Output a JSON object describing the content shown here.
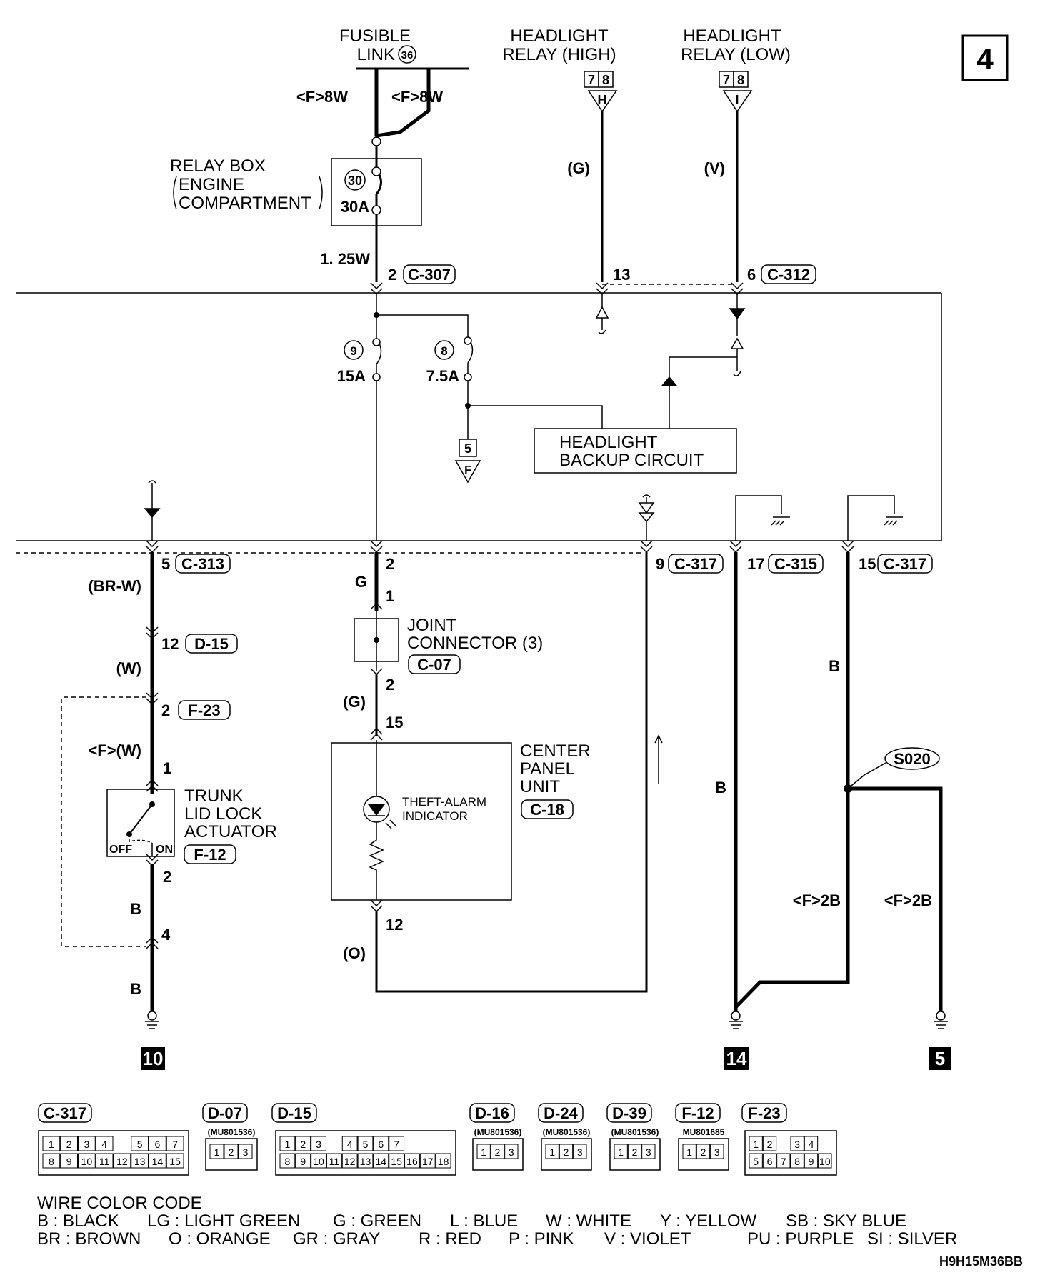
{
  "page_number": "4",
  "figure_code": "H9H15M36BB",
  "components": {
    "fusible_link": {
      "line1": "FUSIBLE",
      "line2": "LINK",
      "num": "36"
    },
    "headlight_relay_high": {
      "line1": "HEADLIGHT",
      "line2": "RELAY (HIGH)",
      "pins": [
        "7",
        "8"
      ],
      "letter": "H"
    },
    "headlight_relay_low": {
      "line1": "HEADLIGHT",
      "line2": "RELAY (LOW)",
      "pins": [
        "7",
        "8"
      ],
      "letter": "I"
    },
    "relay_box": {
      "line1": "RELAY BOX",
      "line2": "ENGINE",
      "line3": "COMPARTMENT",
      "fuse_num": "30",
      "fuse_rating": "30A"
    },
    "fuse_9": {
      "num": "9",
      "rating": "15A"
    },
    "fuse_8": {
      "num": "8",
      "rating": "7.5A"
    },
    "headlight_backup": {
      "line1": "HEADLIGHT",
      "line2": "BACKUP CIRCUIT"
    },
    "ref_5f": {
      "num": "5",
      "letter": "F"
    },
    "joint_connector": {
      "line1": "JOINT",
      "line2": "CONNECTOR (3)",
      "code": "C-07"
    },
    "center_panel": {
      "line1": "CENTER",
      "line2": "PANEL",
      "line3": "UNIT",
      "code": "C-18",
      "ind1": "THEFT-ALARM",
      "ind2": "INDICATOR"
    },
    "trunk_actuator": {
      "line1": "TRUNK",
      "line2": "LID LOCK",
      "line3": "ACTUATOR",
      "code": "F-12",
      "off": "OFF",
      "on": "ON"
    },
    "splice": {
      "code": "S020"
    }
  },
  "wires": {
    "f8w_a": "<F>8W",
    "f8w_b": "<F>8W",
    "w125": "1. 25W",
    "g_high": "(G)",
    "v_low": "(V)",
    "br_w": "(BR-W)",
    "w": "(W)",
    "f_w": "<F>(W)",
    "b1": "B",
    "b2": "B",
    "g": "G",
    "g_paren": "(G)",
    "o_paren": "(O)",
    "b_mid": "B",
    "b_right": "B",
    "f2b_a": "<F>2B",
    "f2b_b": "<F>2B"
  },
  "pins": {
    "c307": {
      "pin": "2",
      "code": "C-307"
    },
    "p13": "13",
    "c312": {
      "pin": "6",
      "code": "C-312"
    },
    "c313": {
      "pin": "5",
      "code": "C-313"
    },
    "p2_center": "2",
    "c317a": {
      "pin": "9",
      "code": "C-317"
    },
    "c315": {
      "pin": "17",
      "code": "C-315"
    },
    "c317b": {
      "pin": "15",
      "code": "C-317"
    },
    "d15": {
      "pin": "12",
      "code": "D-15"
    },
    "f23": {
      "pin": "2",
      "code": "F-23"
    },
    "p1_trunk": "1",
    "p2_trunk": "2",
    "p4_trunk": "4",
    "p1_joint": "1",
    "p2_joint": "2",
    "p15": "15",
    "p12": "12"
  },
  "grounds": {
    "g10": "10",
    "g14": "14",
    "g5": "5"
  },
  "connector_views": [
    {
      "code": "C-317",
      "part": "",
      "rows": [
        [
          "1",
          "2",
          "3",
          "4",
          "",
          "5",
          "6",
          "7"
        ],
        [
          "8",
          "9",
          "10",
          "11",
          "12",
          "13",
          "14",
          "15"
        ]
      ]
    },
    {
      "code": "D-07",
      "part": "(MU801536)",
      "rows": [
        [
          "1",
          "2",
          "3"
        ]
      ]
    },
    {
      "code": "D-15",
      "part": "",
      "rows": [
        [
          "1",
          "2",
          "3",
          "",
          "4",
          "5",
          "6",
          "7"
        ],
        [
          "8",
          "9",
          "10",
          "11",
          "12",
          "13",
          "14",
          "15",
          "16",
          "17",
          "18"
        ]
      ]
    },
    {
      "code": "D-16",
      "part": "(MU801536)",
      "rows": [
        [
          "1",
          "2",
          "3"
        ]
      ]
    },
    {
      "code": "D-24",
      "part": "(MU801536)",
      "rows": [
        [
          "1",
          "2",
          "3"
        ]
      ]
    },
    {
      "code": "D-39",
      "part": "(MU801536)",
      "rows": [
        [
          "1",
          "2",
          "3"
        ]
      ]
    },
    {
      "code": "F-12",
      "part": "MU801685",
      "rows": [
        [
          "1",
          "2",
          "3"
        ]
      ]
    },
    {
      "code": "F-23",
      "part": "",
      "rows": [
        [
          "1",
          "2",
          "",
          "3",
          "4"
        ],
        [
          "5",
          "6",
          "7",
          "8",
          "9",
          "10"
        ]
      ]
    }
  ],
  "wire_color_code": {
    "title": "WIRE COLOR CODE",
    "row1": [
      "B : BLACK",
      "LG : LIGHT GREEN",
      "G : GREEN",
      "L : BLUE",
      "W : WHITE",
      "Y : YELLOW",
      "SB : SKY BLUE"
    ],
    "row2": [
      "BR : BROWN",
      "O : ORANGE",
      "GR : GRAY",
      "R : RED",
      "P : PINK",
      "V : VIOLET",
      "PU : PURPLE",
      "SI : SILVER"
    ]
  }
}
